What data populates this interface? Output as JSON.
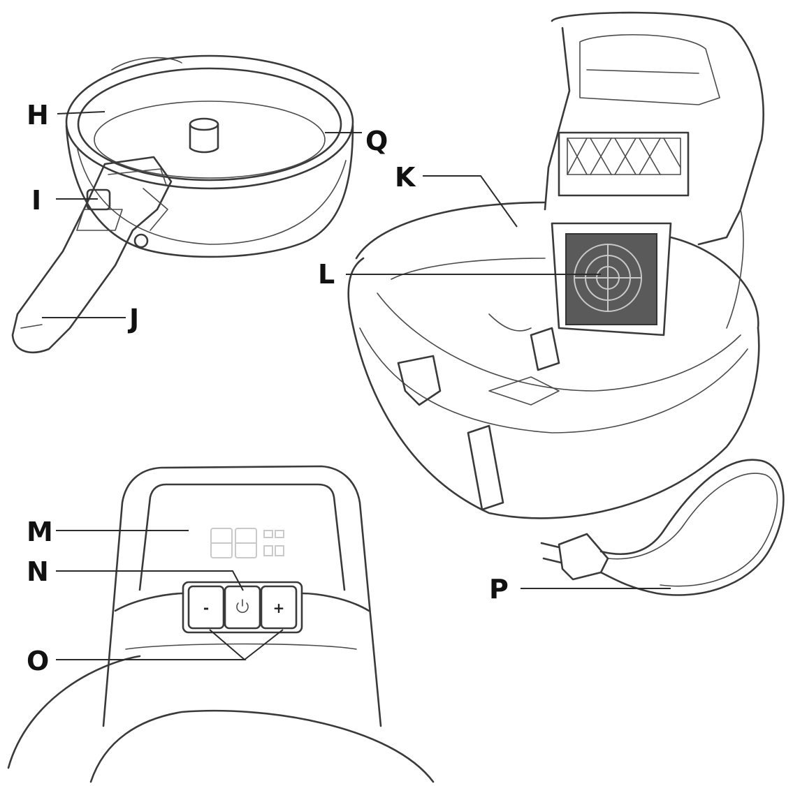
{
  "labels": {
    "H": "H",
    "I": "I",
    "J": "J",
    "K": "K",
    "L": "L",
    "M": "M",
    "N": "N",
    "O": "O",
    "P": "P",
    "Q": "Q"
  },
  "control_panel": {
    "minus": "-",
    "plus": "+"
  }
}
